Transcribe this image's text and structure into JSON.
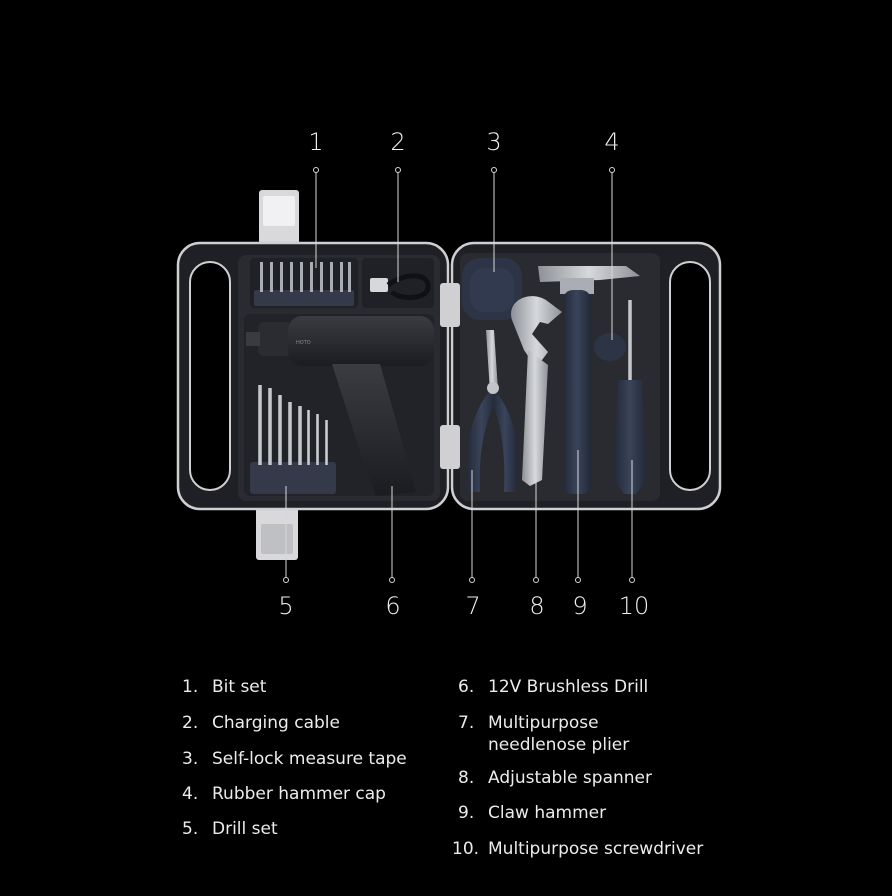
{
  "callouts": [
    "1",
    "2",
    "3",
    "4",
    "5",
    "6",
    "7",
    "8",
    "9",
    "10"
  ],
  "legend": [
    {
      "num": "1.",
      "text": "Bit set"
    },
    {
      "num": "2.",
      "text": "Charging cable"
    },
    {
      "num": "3.",
      "text": "Self-lock measure tape"
    },
    {
      "num": "4.",
      "text": "Rubber hammer cap"
    },
    {
      "num": "5.",
      "text": "Drill set"
    },
    {
      "num": "6.",
      "text": "12V Brushless Drill"
    },
    {
      "num": "7.",
      "text": "Multipurpose needlenose plier"
    },
    {
      "num": "8.",
      "text": "Adjustable spanner"
    },
    {
      "num": "9.",
      "text": "Claw hammer"
    },
    {
      "num": "10.",
      "text": "Multipurpose screwdriver"
    }
  ],
  "colors": {
    "background": "#000000",
    "case": "#1e1f24",
    "case_rim": "#c9c9cc",
    "tray": "#26272d",
    "tool_navy": "#2c3446",
    "steel": "#b9bcc2"
  }
}
